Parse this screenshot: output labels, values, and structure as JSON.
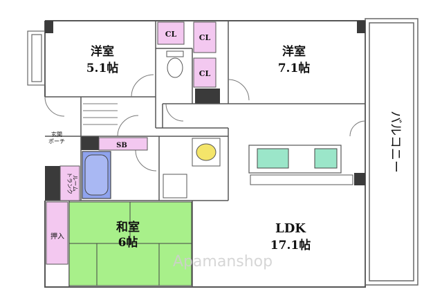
{
  "rooms": {
    "western1": {
      "name": "洋室",
      "size": "5.1帖"
    },
    "western2": {
      "name": "洋室",
      "size": "7.1帖"
    },
    "japanese": {
      "name": "和室",
      "size": "6帖"
    },
    "ldk": {
      "name": "LDK",
      "size": "17.1帖"
    }
  },
  "labels": {
    "cl1": "CL",
    "cl2": "CL",
    "cl3": "CL",
    "sb": "SB",
    "entrance_line1": "玄関",
    "entrance_line2": "ポーチ",
    "trunk_line1": "トランク",
    "trunk_line2": "ルーム",
    "oshiire": "押入",
    "balcony": "バルコニー"
  },
  "watermark": "Apamanshop",
  "colors": {
    "closet": "#f3c8f0",
    "tatami": "#a8f08a",
    "bath": "#8fa3ee",
    "wall": "#3a3a3a",
    "line": "#555555"
  }
}
